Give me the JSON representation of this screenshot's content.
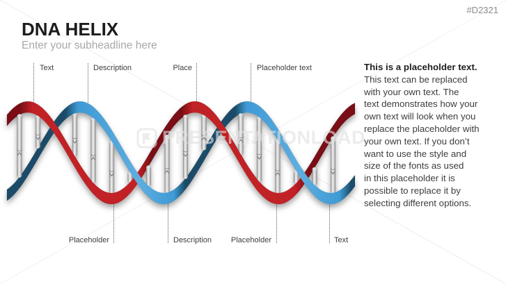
{
  "header": {
    "title": "DNA HELIX",
    "subtitle": "Enter your subheadline here",
    "slide_code": "#D2321"
  },
  "diagram": {
    "top_labels": [
      "Text",
      "Description",
      "Place",
      "Placeholder text"
    ],
    "bottom_labels": [
      "Placeholder",
      "Description",
      "Placeholder",
      "Text"
    ]
  },
  "description_panel": {
    "heading": "This is a placeholder text.",
    "body": "This text can be replaced\nwith your own text. The\ntext demonstrates how your\nown text will look when you\nreplace the placeholder with\nyour own text. If you don’t\nwant to use the style and\nsize of the fonts as used\nin this placeholder it is\npossible to replace it by\nselecting different options."
  },
  "watermark": {
    "brand": "PRESENTATIONLOAD"
  },
  "colors": {
    "strand_red_bright": "#C12026",
    "strand_red_dark": "#7A1115",
    "strand_blue_bright": "#3E9AD5",
    "strand_blue_light": "#5FAEE0",
    "strand_blue_dark": "#1B4C69",
    "rung_mid": "#c8c8c8",
    "rung_edge": "#8f8f8f",
    "rung_highlight": "#f0f0f0",
    "label_text": "#3d3d3d"
  }
}
